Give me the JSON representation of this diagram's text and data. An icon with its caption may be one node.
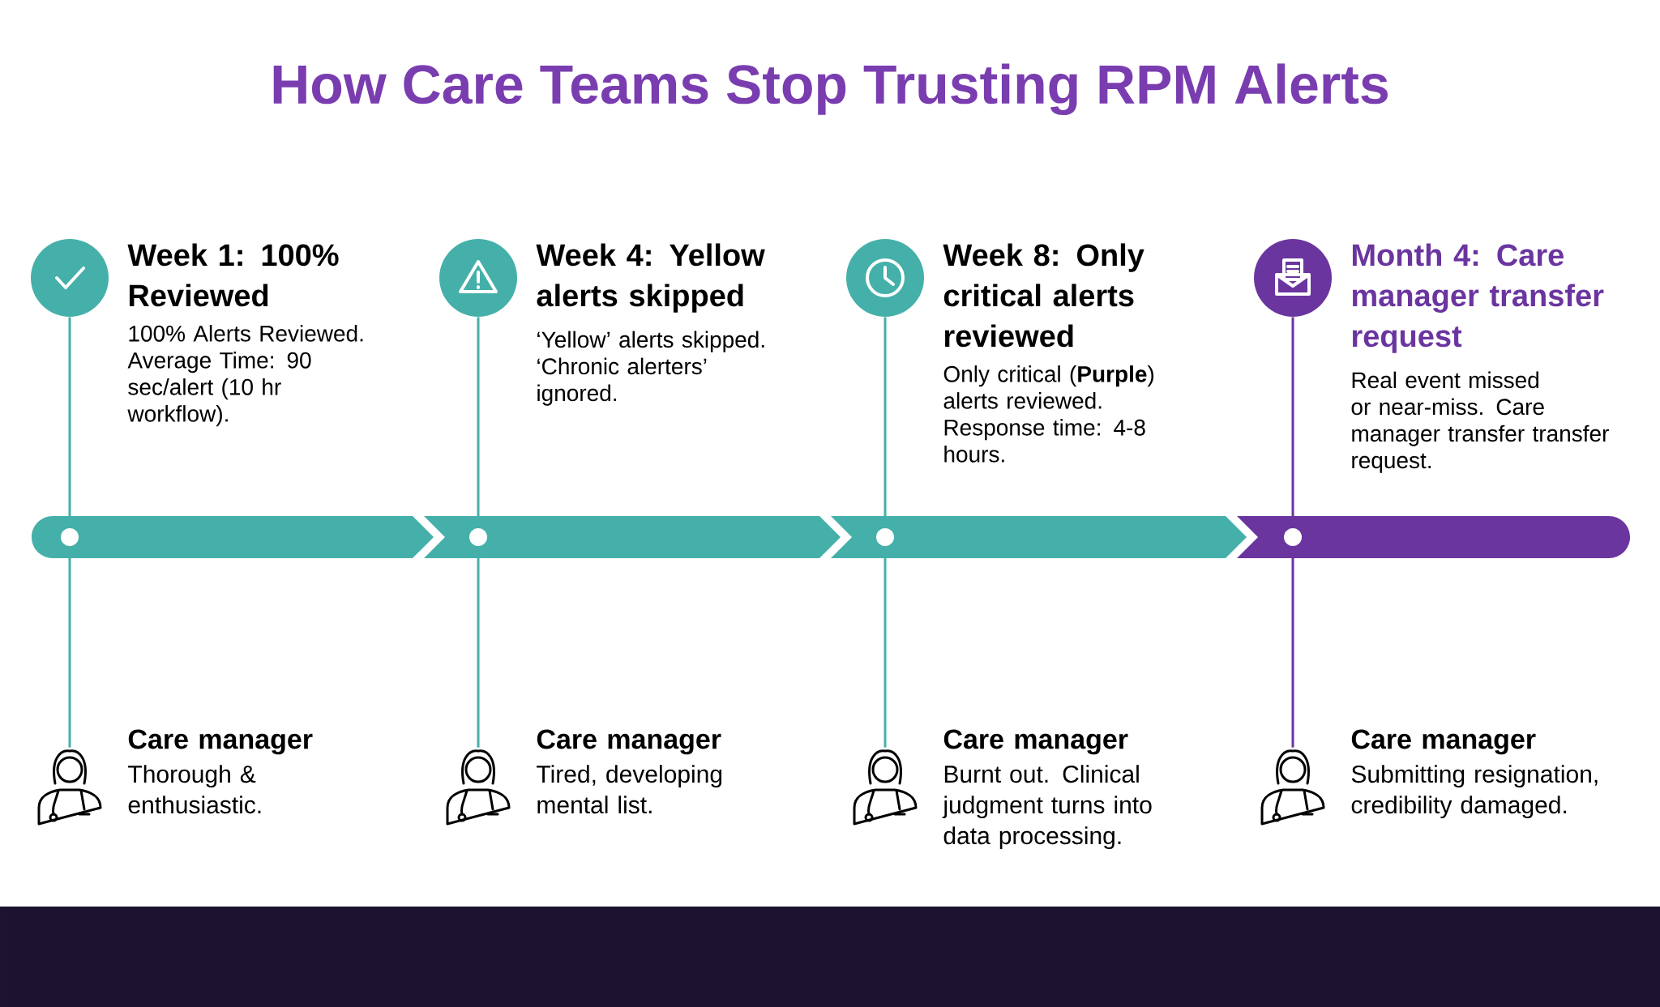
{
  "diagram": {
    "title": "How Care Teams Stop Trusting RPM Alerts",
    "nodes": [
      {
        "text": [],
        "shape": "circle",
        "beside": [
          "Week 1: 100% Reviewed",
          "100% Alerts Reviewed. Average Time: 90 sec/alert (10 hr workflow)."
        ]
      },
      {
        "text": [],
        "shape": "circle"
      },
      {
        "text": [],
        "shape": "person",
        "beside": [
          "Care manager",
          "Thorough & enthusiastic."
        ]
      },
      {
        "text": [],
        "shape": "circle",
        "beside": [
          "Week 4: Yellow alerts skipped",
          "‘Yellow’ alerts skipped. ‘Chronic alerters’ ignored."
        ]
      },
      {
        "text": [],
        "shape": "circle"
      },
      {
        "text": [],
        "shape": "person",
        "beside": [
          "Care manager",
          "Tired, developing mental list."
        ]
      },
      {
        "text": [],
        "shape": "circle",
        "beside": [
          "Week 8: Only critical alerts reviewed",
          "Only critical (**Purple**) alerts reviewed. Response time: 4-8 hours."
        ]
      },
      {
        "text": [],
        "shape": "circle"
      },
      {
        "text": [],
        "shape": "person",
        "beside": [
          "Care manager",
          "Burnt out. Clinical judgment turns into data processing."
        ]
      },
      {
        "text": [],
        "shape": "circle",
        "beside": [
          "Month 4: Care manager transfer request",
          "Real event missed or near-miss. Care manager transfer transfer request."
        ]
      },
      {
        "text": [],
        "shape": "circle"
      },
      {
        "text": [],
        "shape": "person",
        "beside": [
          "Care manager",
          "Submitting resignation, credibility damaged."
        ]
      }
    ],
    "edges": [
      {
        "from": 0,
        "to": 1,
        "arrow": "none"
      },
      {
        "from": 1,
        "to": 2,
        "arrow": "none"
      },
      {
        "from": 3,
        "to": 4,
        "arrow": "none"
      },
      {
        "from": 4,
        "to": 5,
        "arrow": "none"
      },
      {
        "from": 6,
        "to": 7,
        "arrow": "none"
      },
      {
        "from": 7,
        "to": 8,
        "arrow": "none"
      },
      {
        "from": 9,
        "to": 10,
        "arrow": "none",
        "color": "#6b35a0"
      },
      {
        "from": 10,
        "to": 11,
        "arrow": "none",
        "color": "#6b35a0"
      }
    ]
  }
}
